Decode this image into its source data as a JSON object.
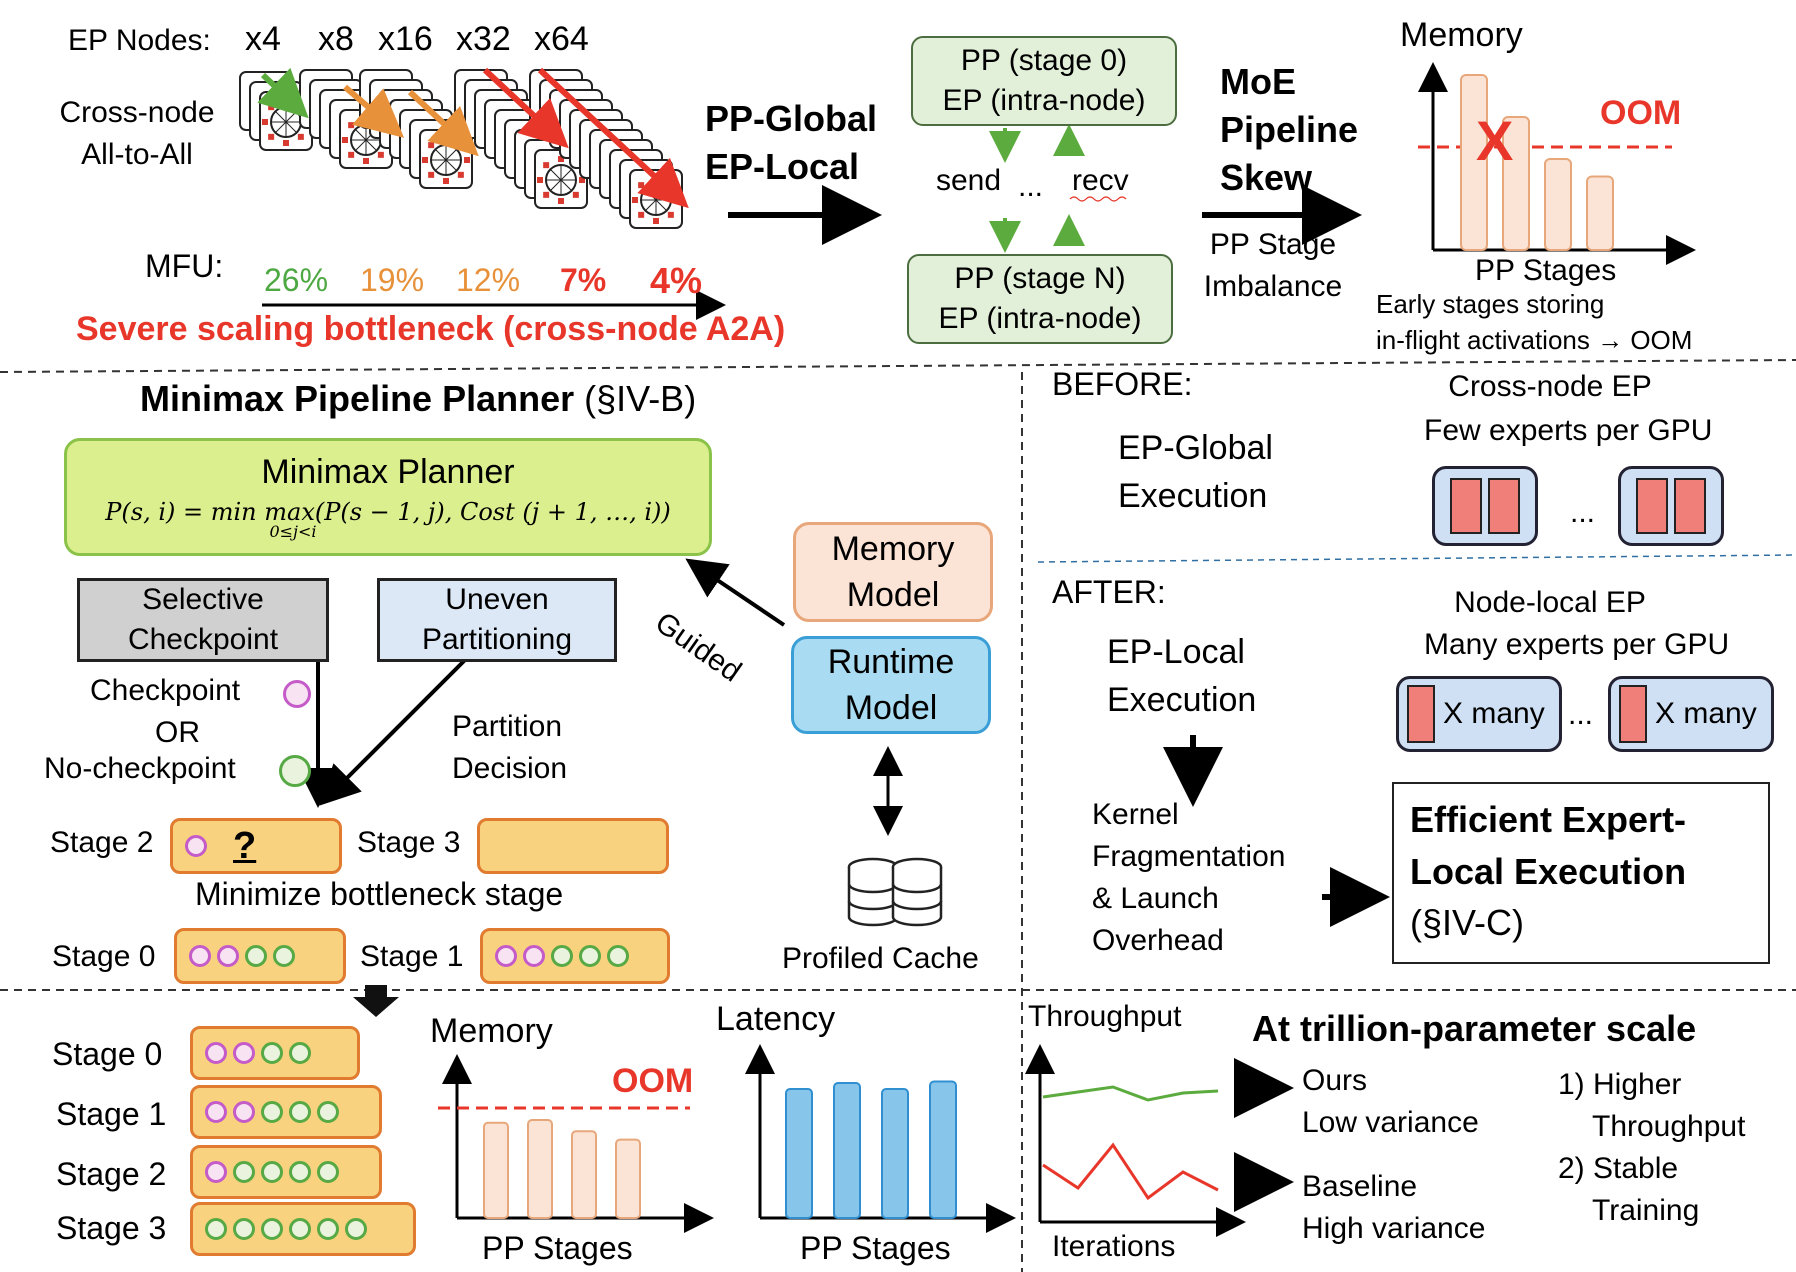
{
  "top": {
    "ep_nodes_label": "EP Nodes:",
    "ep_scales": [
      "x4",
      "x8",
      "x16",
      "x32",
      "x64"
    ],
    "cross_node_label": [
      "Cross-node",
      "All-to-All"
    ],
    "mfu_label": "MFU:",
    "mfu_values": [
      "26%",
      "19%",
      "12%",
      "7%",
      "4%"
    ],
    "mfu_colors": [
      "#4ea843",
      "#e8913b",
      "#e8913b",
      "#e8372a",
      "#e8372a"
    ],
    "bottleneck_text": "Severe scaling bottleneck (cross-node A2A)",
    "pp_global": [
      "PP-Global",
      "EP-Local"
    ],
    "stage0_box": [
      "PP (stage 0)",
      "EP (intra-node)"
    ],
    "send_label": "send",
    "ellipsis": "...",
    "recv_label": "recv",
    "stageN_box": [
      "PP (stage N)",
      "EP (intra-node)"
    ],
    "moe_skew": [
      "MoE",
      "Pipeline",
      "Skew"
    ],
    "pp_imbalance": [
      "PP Stage",
      "Imbalance"
    ],
    "memory_label": "Memory",
    "oom_label": "OOM",
    "x_mark": "X",
    "pp_stages_label": "PP Stages",
    "early_note": [
      "Early stages storing",
      "in-flight activations  → OOM"
    ],
    "memory_bars": [
      1.0,
      0.76,
      0.52,
      0.42
    ]
  },
  "planner": {
    "section_title": "Minimax Pipeline Planner",
    "section_ref": "(§IV-B)",
    "box_title": "Minimax Planner",
    "formula": "P(s, i) = min max(P(s − 1, j), Cost (j + 1, …, i))",
    "formula_sub": "0≤j<i",
    "selective": [
      "Selective",
      "Checkpoint"
    ],
    "uneven": [
      "Uneven",
      "Partitioning"
    ],
    "checkpoint_or": [
      "Checkpoint",
      "OR",
      "No-checkpoint"
    ],
    "partition_decision": [
      "Partition",
      "Decision"
    ],
    "guided": "Guided",
    "memory_model": [
      "Memory",
      "Model"
    ],
    "runtime_model": [
      "Runtime",
      "Model"
    ],
    "profiled_cache": "Profiled Cache",
    "stage2": "Stage 2",
    "stage3": "Stage 3",
    "question": "?",
    "minimize": "Minimize bottleneck stage",
    "stage0": "Stage 0",
    "stage1": "Stage 1"
  },
  "before_after": {
    "before": "BEFORE:",
    "ep_global": [
      "EP-Global",
      "Execution"
    ],
    "cross_node_ep": [
      "Cross-node EP",
      "Few experts per GPU"
    ],
    "after": "AFTER:",
    "ep_local": [
      "EP-Local",
      "Execution"
    ],
    "node_local_ep": [
      "Node-local EP",
      "Many experts per GPU"
    ],
    "x_many": "X many",
    "ellipsis": "...",
    "kernel": [
      "Kernel",
      "Fragmentation",
      "& Launch",
      "Overhead"
    ],
    "efficient": [
      "Efficient Expert-",
      "Local Execution"
    ],
    "efficient_ref": "(§IV-C)"
  },
  "bottom": {
    "stages": [
      "Stage 0",
      "Stage 1",
      "Stage 2",
      "Stage 3"
    ],
    "memory_label": "Memory",
    "oom_label": "OOM",
    "latency_label": "Latency",
    "pp_stages_label": "PP Stages",
    "memory_bars": [
      0.68,
      0.7,
      0.62,
      0.56
    ],
    "latency_bars": [
      0.86,
      0.9,
      0.86,
      0.91
    ],
    "throughput_label": "Throughput",
    "iterations_label": "Iterations",
    "ours": [
      "Ours",
      "Low variance"
    ],
    "baseline": [
      "Baseline",
      "High variance"
    ],
    "trillion_title": "At trillion-parameter scale",
    "benefits": [
      "1) Higher",
      "Throughput",
      "2) Stable",
      "Training"
    ]
  }
}
